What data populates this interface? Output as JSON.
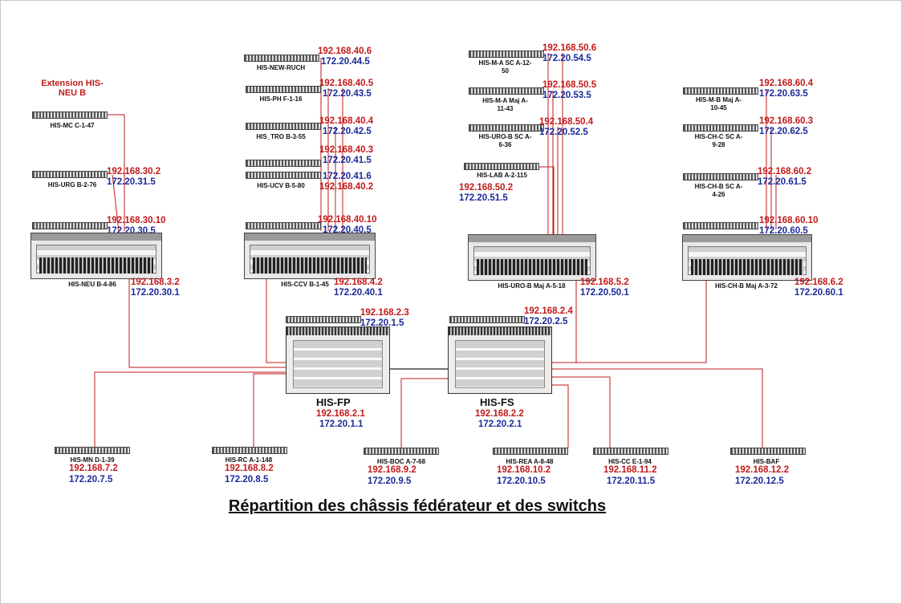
{
  "colors": {
    "link": "#c21a1a",
    "ip_primary": "#c21a1a",
    "ip_secondary": "#1a2a9a",
    "backbone": "#222222"
  },
  "title": "Répartition des châssis fédérateur et des switchs",
  "extension_label": "Extension HIS-\nNEU B",
  "federators": {
    "fp": {
      "name": "HIS-FP",
      "ip1": "192.168.2.1",
      "ip2": "172.20.1.1",
      "top_ip1": "192.168.2.3",
      "top_ip2": "172.20.1.5"
    },
    "fs": {
      "name": "HIS-FS",
      "ip1": "192.168.2.2",
      "ip2": "172.20.2.1",
      "top_ip1": "192.168.2.4",
      "top_ip2": "172.20.2.5"
    }
  },
  "groups": {
    "neu": {
      "chassis": {
        "name": "HIS-NEU B-4-86",
        "ip1": "192.168.3.2",
        "ip2": "172.20.30.1",
        "mgmt1": "192.168.30.10",
        "mgmt2": "172.20.30.5"
      },
      "switches": [
        {
          "name": "HIS-MC C-1-47",
          "ip1": "",
          "ip2": ""
        },
        {
          "name": "HIS-URG B-2-76",
          "ip1": "192.168.30.2",
          "ip2": "172.20.31.5"
        }
      ]
    },
    "ccv": {
      "chassis": {
        "name": "HIS-CCV B-1-45",
        "ip1": "192.168.4.2",
        "ip2": "172.20.40.1",
        "mgmt1": "192.168.40.10",
        "mgmt2": "172.20.40.5"
      },
      "switches": [
        {
          "name": "HIS-NEW-RUCH",
          "ip1": "192.168.40.6",
          "ip2": "172.20.44.5"
        },
        {
          "name": "HIS-PH F-1-16",
          "ip1": "192.168.40.5",
          "ip2": "172.20.43.5"
        },
        {
          "name": "HIS_TRO B-3-55",
          "ip1": "192.168.40.4",
          "ip2": "172.20.42.5"
        },
        {
          "name": "",
          "ip1": "192.168.40.3",
          "ip2": "172.20.41.5"
        },
        {
          "name": "HIS-UCV B-5-80",
          "ip1": "192.168.40.2",
          "ip2": "172.20.41.6"
        }
      ]
    },
    "uro": {
      "chassis": {
        "name": "HIS-URO-B Maj A-5-18",
        "ip1": "192.168.5.2",
        "ip2": "172.20.50.1"
      },
      "switches": [
        {
          "name": "HIS-M-A SC A-12-\n50",
          "ip1": "192.168.50.6",
          "ip2": "172.20.54.5"
        },
        {
          "name": "HIS-M-A Maj A-\n11-43",
          "ip1": "192.168.50.5",
          "ip2": "172.20.53.5"
        },
        {
          "name": "HIS-URO-B SC A-\n6-36",
          "ip1": "192.168.50.4",
          "ip2": "172.20.52.5"
        },
        {
          "name": "HIS-LAB A-2-115",
          "ip1": "192.168.50.2",
          "ip2": "172.20.51.5"
        }
      ]
    },
    "ch": {
      "chassis": {
        "name": "HIS-CH-B Maj A-3-72",
        "ip1": "192.168.6.2",
        "ip2": "172.20.60.1",
        "mgmt1": "192.168.60.10",
        "mgmt2": "172.20.60.5"
      },
      "switches": [
        {
          "name": "HIS-M-B Maj A-\n10-45",
          "ip1": "192.168.60.4",
          "ip2": "172.20.63.5"
        },
        {
          "name": "HIS-CH-C SC A-\n9-28",
          "ip1": "192.168.60.3",
          "ip2": "172.20.62.5"
        },
        {
          "name": "HIS-CH-B SC A-\n4-26",
          "ip1": "192.168.60.2",
          "ip2": "172.20.61.5"
        }
      ]
    }
  },
  "bottom": [
    {
      "name": "HIS-MN D-1-39",
      "ip1": "192.168.7.2",
      "ip2": "172.20.7.5"
    },
    {
      "name": "HIS-RC A-1-148",
      "ip1": "192.168.8.2",
      "ip2": "172.20.8.5"
    },
    {
      "name": "HIS-BOC A-7-68",
      "ip1": "192.168.9.2",
      "ip2": "172.20.9.5"
    },
    {
      "name": "HIS-REA A-8-48",
      "ip1": "192.168.10.2",
      "ip2": "172.20.10.5"
    },
    {
      "name": "HIS-CC E-1-94",
      "ip1": "192.168.11.2",
      "ip2": "172.20.11.5"
    },
    {
      "name": "HIS-BAF",
      "ip1": "192.168.12.2",
      "ip2": "172.20.12.5"
    }
  ]
}
